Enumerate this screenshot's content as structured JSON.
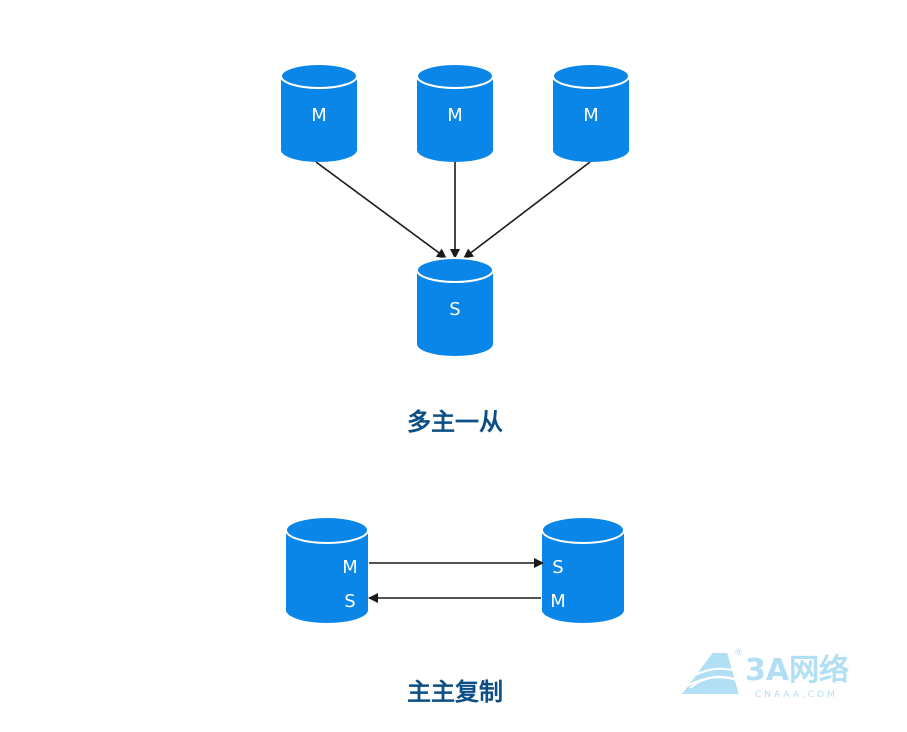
{
  "colors": {
    "db_fill": "#0a86e8",
    "db_top_stroke": "#ffffff",
    "edge": "#1a1a1a",
    "caption": "#0b4f86",
    "logo": "#a9dcf3"
  },
  "multi_master": {
    "masters": [
      {
        "label": "M"
      },
      {
        "label": "M"
      },
      {
        "label": "M"
      }
    ],
    "slave": {
      "label": "S"
    },
    "caption": "多主一从"
  },
  "master_master": {
    "left": {
      "top_label": "M",
      "bottom_label": "S"
    },
    "right": {
      "top_label": "S",
      "bottom_label": "M"
    },
    "caption": "主主复制"
  },
  "watermark": {
    "text": "3A网络",
    "domain": "CNAAA.COM",
    "registered": "®"
  }
}
